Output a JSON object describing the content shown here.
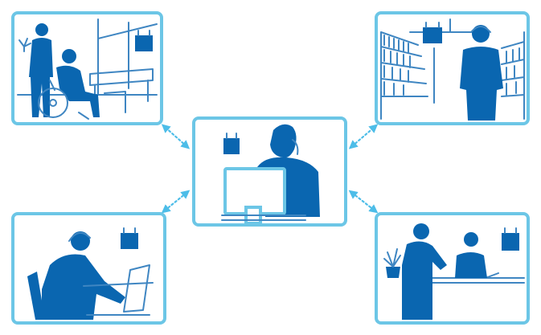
{
  "colors": {
    "frame": "#6cc6e6",
    "figure": "#0a66b0",
    "line_art": "#3f86c2",
    "arrow": "#4dbde8",
    "background": "#ffffff"
  },
  "hub": {
    "scene": "office-worker-on-phone-at-desk",
    "icons": [
      "wireless-access-point-icon",
      "monitor-icon",
      "phone-icon"
    ]
  },
  "nodes": [
    {
      "id": "healthcare",
      "scene": "caregiver-with-wheelchair-patient",
      "icons": [
        "wireless-access-point-icon",
        "wheelchair-icon",
        "bench-icon"
      ]
    },
    {
      "id": "retail",
      "scene": "store-clerk-in-aisle",
      "icons": [
        "wireless-access-point-icon",
        "headset-icon",
        "shelf-icon"
      ]
    },
    {
      "id": "remote-work",
      "scene": "worker-with-headset-at-laptop",
      "icons": [
        "wireless-access-point-icon",
        "headset-icon",
        "laptop-icon"
      ]
    },
    {
      "id": "hospitality",
      "scene": "guest-at-front-desk",
      "icons": [
        "wireless-access-point-icon",
        "plant-icon",
        "counter-icon"
      ]
    }
  ],
  "links": [
    {
      "from": "hub",
      "to": "healthcare"
    },
    {
      "from": "hub",
      "to": "retail"
    },
    {
      "from": "hub",
      "to": "remote-work"
    },
    {
      "from": "hub",
      "to": "hospitality"
    }
  ]
}
